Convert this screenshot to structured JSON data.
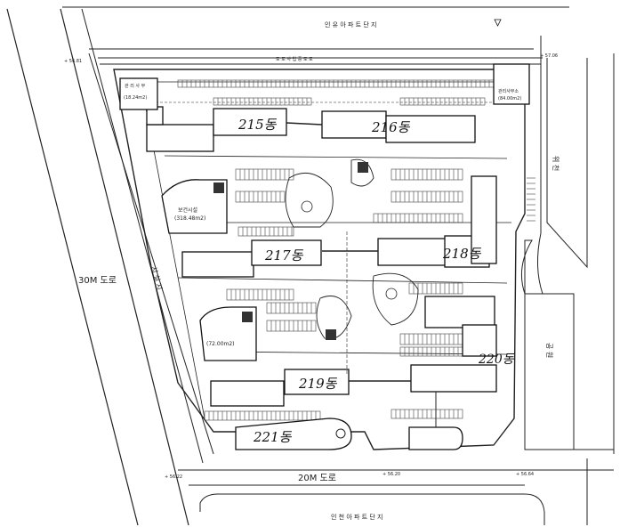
{
  "labels": {
    "top_road": "인 유 아 파 트 단 지",
    "bottom_road": "인 천 아 파 트 단 지",
    "north_road_text": "도 로 사 업 중 도 로",
    "road_30m": "30M 도로",
    "road_20m": "20M 도로",
    "park_east_top": "위 천",
    "park_east_bottom": "공 원",
    "west_sidewalk": "시 설 지",
    "pump_room": "(18.24m2)",
    "guard_room": "(84.00m2)",
    "facility_a": "(318.48m2)",
    "facility_b": "(72.00m2)"
  },
  "buildings": {
    "b215": "215동",
    "b216": "216동",
    "b217": "217동",
    "b218": "218동",
    "b219": "219동",
    "b220": "220동",
    "b221": "221동"
  },
  "elevations": {
    "nw": "+ 56.81",
    "ne": "+ 57.06",
    "sw": "+ 56.22",
    "s_mid": "+ 56.20",
    "se": "+ 56.64"
  },
  "icons": [
    "playground-x-icon",
    "north-arrow-icon"
  ],
  "colors": {
    "ink": "#111111",
    "paper": "#ffffff"
  }
}
